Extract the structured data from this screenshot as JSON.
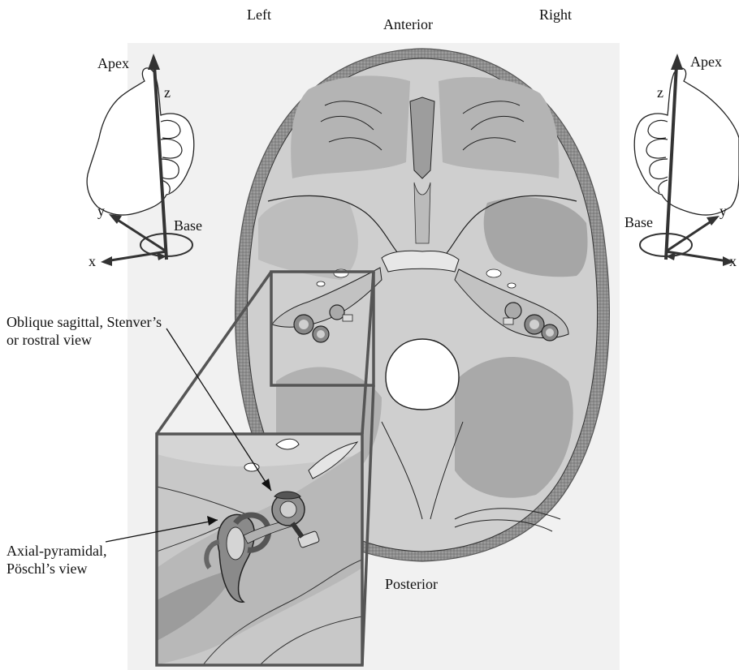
{
  "orientation": {
    "left": "Left",
    "right": "Right",
    "anterior": "Anterior",
    "posterior": "Posterior"
  },
  "left_hand": {
    "apex": "Apex",
    "base": "Base",
    "z": "z",
    "y": "y",
    "x": "x"
  },
  "right_hand": {
    "apex": "Apex",
    "base": "Base",
    "z": "z",
    "y": "y",
    "x": "x"
  },
  "callouts": {
    "oblique_line1": "Oblique sagittal, Stenver’s",
    "oblique_line2": "or rostral view",
    "axial_line1": "Axial-pyramidal,",
    "axial_line2": "Pöschl’s view"
  },
  "colors": {
    "skull_outline": "#8a8a8a",
    "brain_fill": "#c9c9c9",
    "dark_fill": "#9a9a9a",
    "inset_border": "#555555",
    "stroke": "#222222"
  }
}
